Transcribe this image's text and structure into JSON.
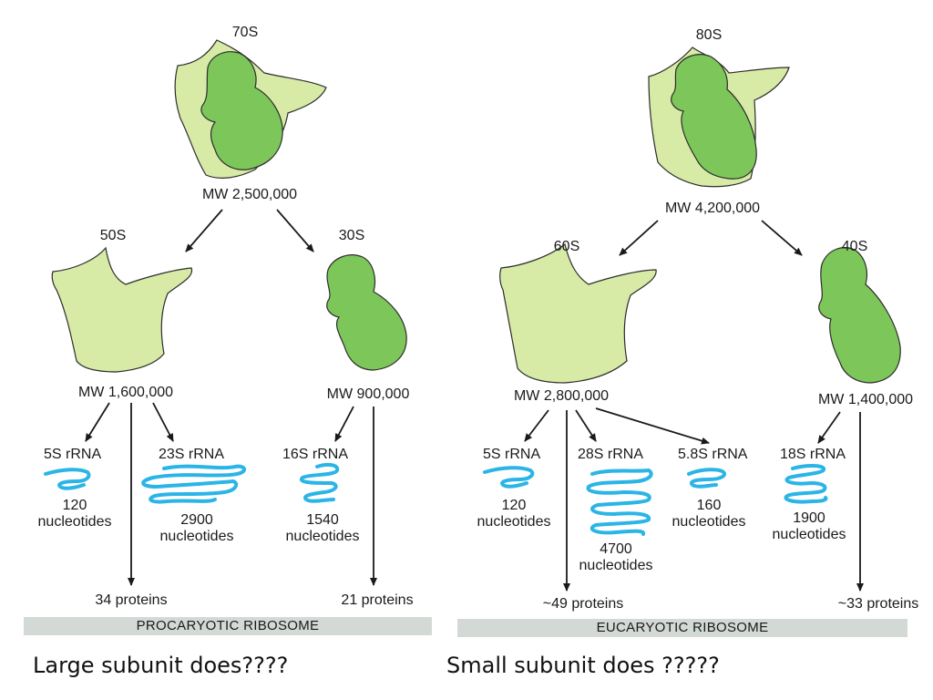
{
  "colors": {
    "large_subunit": "#d7eaa6",
    "small_subunit": "#7cc65a",
    "rrna": "#2bb5e6",
    "outline": "#2d2d2d",
    "band": "#d3dad5"
  },
  "prokaryote": {
    "ribosome": {
      "label": "70S",
      "mw": "MW 2,500,000"
    },
    "large": {
      "label": "50S",
      "mw": "MW 1,600,000"
    },
    "small": {
      "label": "30S",
      "mw": "MW 900,000"
    },
    "rrna_5s": {
      "name": "5S rRNA",
      "size": "120\nnucleotides"
    },
    "rrna_23s": {
      "name": "23S rRNA",
      "size": "2900\nnucleotides"
    },
    "rrna_16s": {
      "name": "16S rRNA",
      "size": "1540\nnucleotides"
    },
    "large_proteins": "34 proteins",
    "small_proteins": "21 proteins",
    "band": "PROCARYOTIC RIBOSOME"
  },
  "eukaryote": {
    "ribosome": {
      "label": "80S",
      "mw": "MW 4,200,000"
    },
    "large": {
      "label": "60S",
      "mw": "MW 2,800,000"
    },
    "small": {
      "label": "40S",
      "mw": "MW 1,400,000"
    },
    "rrna_5s": {
      "name": "5S rRNA",
      "size": "120\nnucleotides"
    },
    "rrna_28s": {
      "name": "28S rRNA",
      "size": "4700\nnucleotides"
    },
    "rrna_58s": {
      "name": "5.8S rRNA",
      "size": "160\nnucleotides"
    },
    "rrna_18s": {
      "name": "18S rRNA",
      "size": "1900\nnucleotides"
    },
    "large_proteins": "~49 proteins",
    "small_proteins": "~33 proteins",
    "band": "EUCARYOTIC RIBOSOME"
  },
  "captions": {
    "left": "Large subunit does????",
    "right": "Small subunit does ?????"
  }
}
